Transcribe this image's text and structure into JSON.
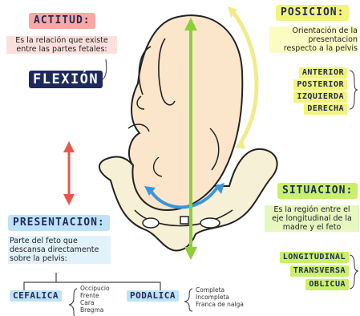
{
  "actitud": {
    "title": "ACTITUD:",
    "description_lines": [
      "Es la relación que existe",
      "entre las partes fetales:"
    ],
    "value": "FLEXIÓN"
  },
  "posicion": {
    "title": "POSICION:",
    "description_lines": [
      "Orientación de la",
      "presentacion",
      "respecto a la pelvis"
    ],
    "options": [
      "ANTERIOR",
      "POSTERIOR",
      "IZQUIERDA",
      "DERECHA"
    ]
  },
  "situacion": {
    "title": "SITUACION:",
    "description_lines": [
      "Es la región entre el",
      "eje longitudinal de la",
      "madre y el feto"
    ],
    "options": [
      "LONGITUDINAL",
      "TRANSVERSA",
      "OBLICUA"
    ]
  },
  "presentacion": {
    "title": "PRESENTACION:",
    "description_lines": [
      "Parte del feto que",
      "descansa directamente",
      "sobre la pelvis:"
    ],
    "cefalica": {
      "label": "CEFALICA",
      "items": [
        "Occipucio",
        "Frente",
        "Cara",
        "Bregma"
      ]
    },
    "podalica": {
      "label": "PODALICA",
      "items": [
        "Completa",
        "Incompleta",
        "Franca de nalga"
      ]
    }
  },
  "colors": {
    "red_highlight": "#f8a9a3",
    "yellow_highlight": "#f3f47a",
    "blue_highlight": "#bfe3f6",
    "green_highlight": "#c9f06a",
    "navy": "#1f2a5c",
    "fetus_skin": "#fbe6cc",
    "pelvis": "#f6f0d6",
    "arrow_red": "#e8584a",
    "arrow_yellow": "#f0ec8a",
    "arrow_green": "#8ccf36",
    "arrow_blue": "#3a96dd"
  }
}
